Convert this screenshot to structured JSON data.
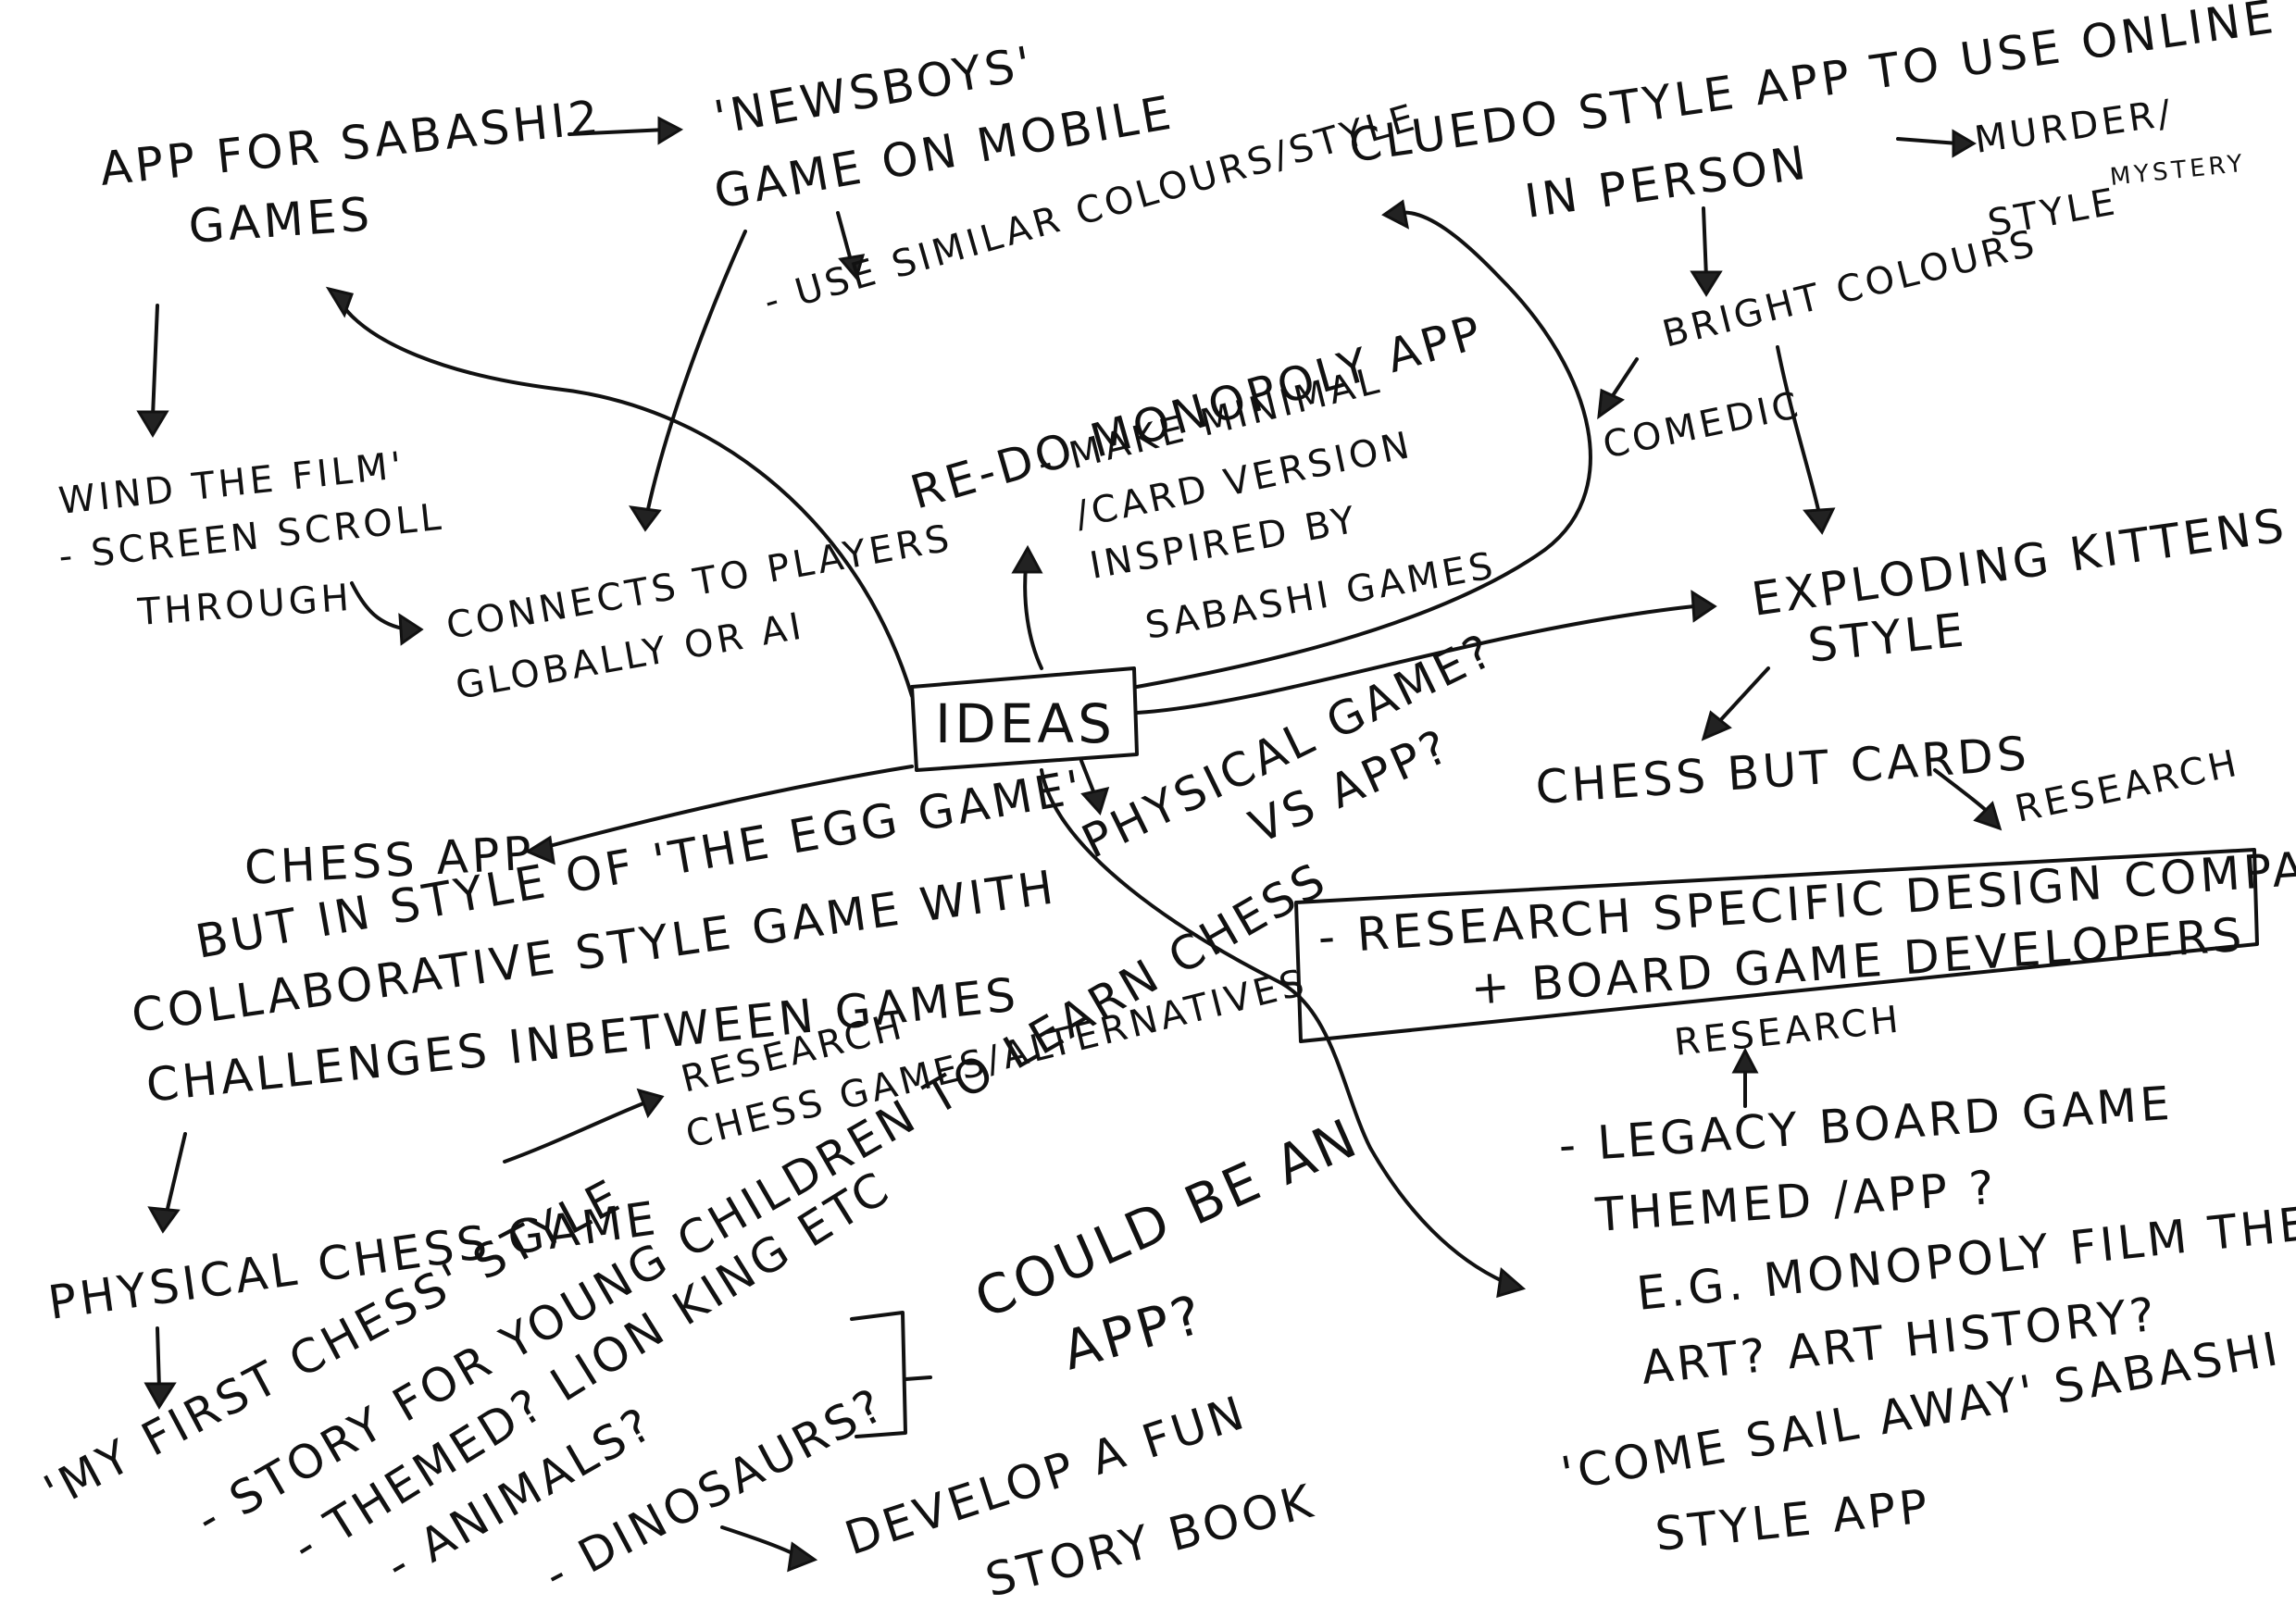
{
  "mindmap": {
    "center": "IDEAS",
    "notes": {
      "sabasha_app_1": "APP FOR SABASHI2",
      "sabasha_app_2": "GAMES",
      "newsboys_1": "'NEWSBOYS'",
      "newsboys_2": "GAME ON MOBILE",
      "similar_colours": "- USE SIMILAR COLOURS/STYLE",
      "wind_film_1": "WIND THE FILM'",
      "wind_film_2": "- SCREEN SCROLL",
      "wind_film_3": "THROUGH",
      "connects_1": "CONNECTS TO PLAYERS",
      "connects_2": "GLOBALLY OR AI",
      "monopoly_1": "RE-DO MONOPOLY APP",
      "monopoly_2": "- MAKE MINIMAL",
      "monopoly_3": "/CARD VERSION",
      "monopoly_4": "INSPIRED BY",
      "monopoly_5": "SABASHI GAMES",
      "cluedo_1": "CLUEDO STYLE APP TO USE ONLINE OR",
      "cluedo_2": "IN PERSON",
      "murder_1": "MURDER/",
      "murder_2": "MYSTERY",
      "murder_3": "STYLE",
      "bright_colours": "BRIGHT COLOURS",
      "comedic": "COMEDIC",
      "exploding_1": "EXPLODING KITTENS",
      "exploding_2": "STYLE",
      "chess_cards": "CHESS BUT CARDS",
      "research_top": "RESEARCH",
      "research_box_1": "- RESEARCH SPECIFIC DESIGN COMPANIES",
      "research_box_2": "+ BOARD GAME DEVELOPERS",
      "research_mid": "RESEARCH",
      "legacy_1": "- LEGACY BOARD GAME",
      "legacy_2": "THEMED /APP ?",
      "legacy_3": "E.G. MONOPOLY FILM THEME",
      "legacy_4": "ART? ART HISTORY?",
      "come_sail_1": "'COME SAIL AWAY' SABASHI",
      "come_sail_2": "STYLE APP",
      "physical_vs_1": "PHYSICAL GAME?",
      "physical_vs_2": "VS APP?",
      "chess_app_1": "CHESS APP",
      "chess_app_2": "BUT IN STYLE OF 'THE EGG GAME'",
      "chess_app_3": "COLLABORATIVE STYLE GAME WITH",
      "chess_app_4": "CHALLENGES INBETWEEN GAMES",
      "research_chess_1": "RESEARCH",
      "research_chess_2": "CHESS GAMES/ALTERNATIVES",
      "physical_chess": "PHYSICAL CHESS GAME",
      "first_chess_1": "'MY FIRST CHESS' STYLE",
      "first_chess_2": "- STORY FOR YOUNG CHILDREN TO LEARN CHESS",
      "first_chess_3": "- THEMED? LION KING ETC",
      "first_chess_4": "- ANIMALS?",
      "first_chess_5": "- DINOSAURS?",
      "could_be_1": "COULD BE AN",
      "could_be_2": "APP?",
      "story_book_1": "DEVELOP A FUN",
      "story_book_2": "STORY BOOK"
    }
  }
}
